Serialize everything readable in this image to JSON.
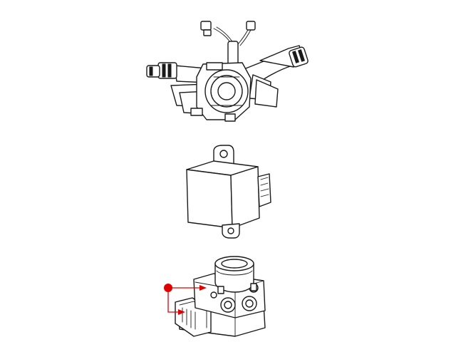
{
  "diagram": {
    "components": [
      {
        "name": "steering-column-control-module",
        "label": ""
      },
      {
        "name": "electronic-control-module",
        "label": ""
      },
      {
        "name": "abs-hydraulic-control-unit",
        "label": ""
      }
    ],
    "callout": {
      "color": "#e00000",
      "targets": 2,
      "label": ""
    }
  }
}
